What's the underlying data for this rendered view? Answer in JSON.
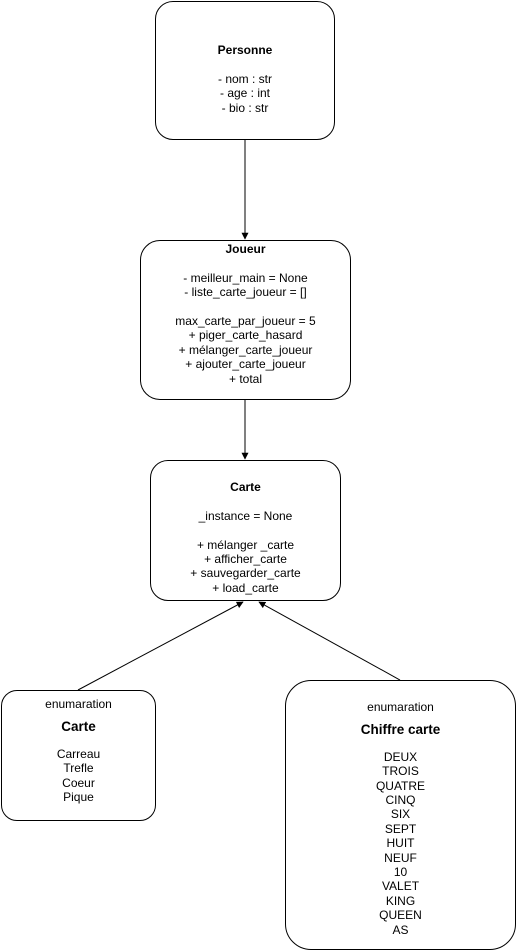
{
  "personne": {
    "title": "Personne",
    "attributes": [
      "- nom : str",
      "- age : int",
      "- bio : str"
    ]
  },
  "joueur": {
    "title": "Joueur",
    "attributes": [
      "- meilleur_main = None",
      "- liste_carte_joueur = []"
    ],
    "members": [
      "max_carte_par_joueur = 5",
      "+ piger_carte_hasard",
      "+ mélanger_carte_joueur",
      "+ ajouter_carte_joueur",
      "+ total"
    ]
  },
  "carte": {
    "title": "Carte",
    "attribute": "_instance = None",
    "methods": [
      "+ mélanger _carte",
      "+ afficher_carte",
      "+ sauvegarder_carte",
      "+ load_carte"
    ]
  },
  "enum_carte": {
    "stereotype": "enumaration",
    "title": "Carte",
    "values": [
      "Carreau",
      "Trefle",
      "Coeur",
      "Pique"
    ]
  },
  "enum_chiffre": {
    "stereotype": "enumaration",
    "title": "Chiffre carte",
    "values": [
      "DEUX",
      "TROIS",
      "QUATRE",
      "CINQ",
      "SIX",
      "SEPT",
      "HUIT",
      "NEUF",
      "10",
      "VALET",
      "KING",
      "QUEEN",
      "AS"
    ]
  }
}
